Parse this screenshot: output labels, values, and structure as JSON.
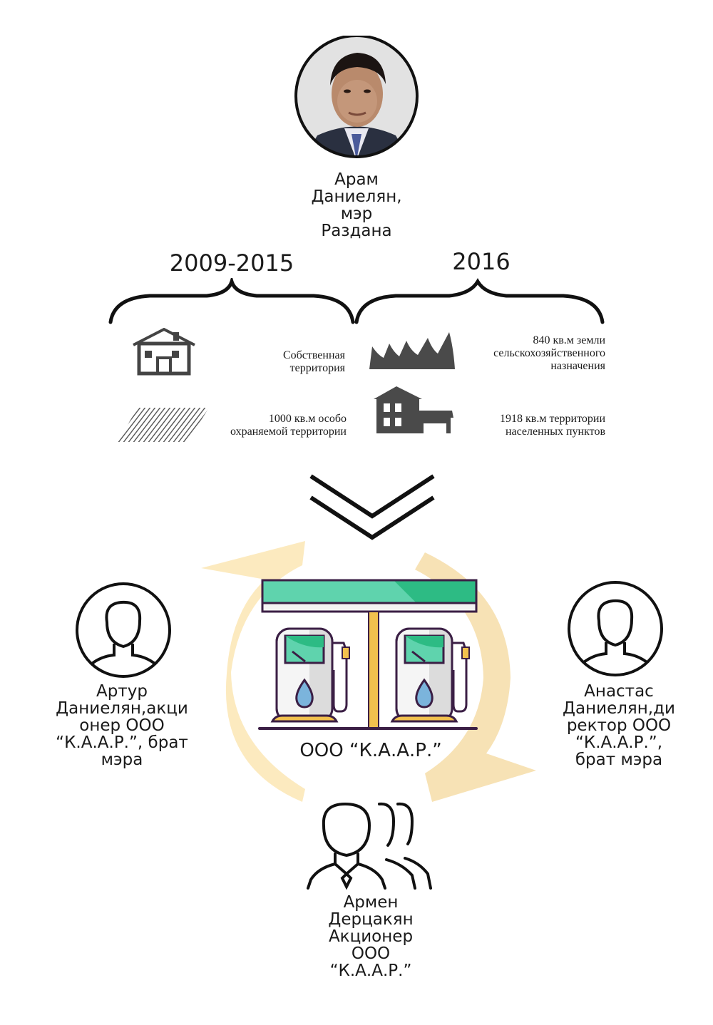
{
  "mayor": {
    "name_line1": "Арам",
    "name_line2": "Даниелян,",
    "name_line3": "мэр",
    "name_line4": "Раздана"
  },
  "periods": {
    "left_label": "2009-2015",
    "right_label": "2016"
  },
  "properties": {
    "own_territory_line1": "Собственная",
    "own_territory_line2": "территория",
    "protected_line1": "1000 кв.м особо",
    "protected_line2": "охраняемой территории",
    "agri_line1": "840 кв.м земли",
    "agri_line2": "сельскохозяйственного",
    "agri_line3": "назначения",
    "settlement_line1": "1918 кв.м территории",
    "settlement_line2": "населенных пунктов"
  },
  "company": {
    "label": "ООО “К.А.А.Р.”"
  },
  "people": {
    "artur_line1": "Артур",
    "artur_line2": "Даниелян,акци",
    "artur_line3": "онер ООО",
    "artur_line4": "“К.А.А.Р.”, брат",
    "artur_line5": "мэра",
    "anastas_line1": "Анастас",
    "anastas_line2": "Даниелян,ди",
    "anastas_line3": "ректор ООО",
    "anastas_line4": "“К.А.А.Р.”,",
    "anastas_line5": "брат мэра",
    "armen_line1": "Армен",
    "armen_line2": "Дерцакян",
    "armen_line3": "Акционер",
    "armen_line4": "ООО",
    "armen_line5": "“К.А.А.Р.”"
  },
  "colors": {
    "accent_green": "#5fd3ad",
    "accent_dark_green": "#2dbb84",
    "accent_yellow": "#f2c14e",
    "accent_purple": "#3b1f45",
    "cycle_beige": "#fbe6b4",
    "icon_gray": "#4a4a4a"
  }
}
